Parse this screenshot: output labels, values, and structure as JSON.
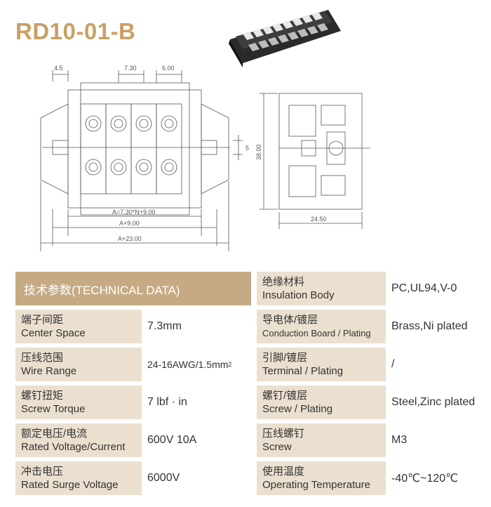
{
  "title": "RD10-01-B",
  "drawing": {
    "dims": {
      "d1": "4.5",
      "d2": "7.30",
      "d3": "6.00",
      "d4": "5",
      "d5": "38.00",
      "d6": "A=7.30*N+9.00",
      "d7": "A+9.00",
      "d8": "A+23.00",
      "d9": "24.50"
    }
  },
  "specs": {
    "header": "技术参数(TECHNICAL DATA)",
    "left": [
      {
        "zh": "端子间距",
        "en": "Center Space",
        "value": "7.3mm"
      },
      {
        "zh": "压线范围",
        "en": "Wire Range",
        "value": "24-16AWG/1.5mm",
        "sup": "2"
      },
      {
        "zh": "螺钉扭矩",
        "en": "Screw Torque",
        "value": "7 lbf · in"
      },
      {
        "zh": "额定电压/电流",
        "en": "Rated Voltage/Current",
        "value": "600V 10A"
      },
      {
        "zh": "冲击电压",
        "en": "Rated Surge Voltage",
        "value": "6000V"
      }
    ],
    "right": [
      {
        "zh": "绝缘材料",
        "en": "Insulation Body",
        "value": "PC,UL94,V-0"
      },
      {
        "zh": "导电体/镀层",
        "en": "Conduction Board / Plating",
        "value": "Brass,Ni plated"
      },
      {
        "zh": "引脚/镀层",
        "en": "Terminal / Plating",
        "value": "/"
      },
      {
        "zh": "螺钉/镀层",
        "en": "Screw / Plating",
        "value": "Steel,Zinc plated"
      },
      {
        "zh": "压线螺钉",
        "en": "Screw",
        "value": "M3"
      },
      {
        "zh": "使用温度",
        "en": "Operating Temperature",
        "value": "-40℃~120℃"
      }
    ]
  }
}
